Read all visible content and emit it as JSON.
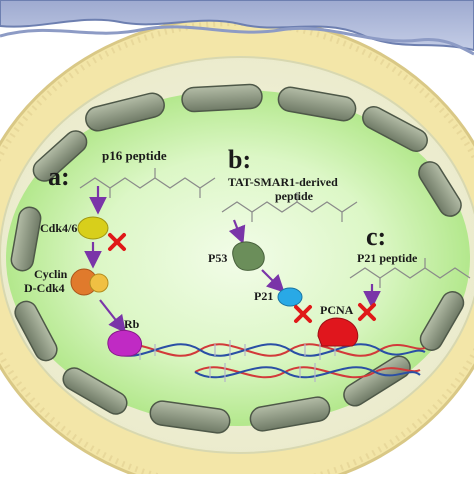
{
  "colors": {
    "cell_outer": "#f3e7ae",
    "cell_outer_edge": "#d8c98a",
    "cytoplasm": "#f1f1d6",
    "top_membrane": "#aebad8",
    "top_membrane_edge": "#6d7fb0",
    "nucleus_green": "#c7f0a6",
    "nucleus_center": "#eefbe2",
    "pore": "#8f9a84",
    "arrow": "#7a35a8",
    "x_mark": "#e01818",
    "peptide_line": "#8a8a8a",
    "cdk46": "#d8cf1b",
    "cyclin": "#e07a2c",
    "cyclin_partner": "#f0c043",
    "rb": "#c02ac4",
    "p53": "#6b8e5a",
    "p21": "#29a9e6",
    "pcna": "#e0161d",
    "dna_red": "#d23a3a",
    "dna_blue": "#2a4fa5"
  },
  "labels": {
    "panel_a": "a:",
    "panel_b": "b:",
    "panel_c": "c:",
    "p16_peptide": "p16 peptide",
    "tat_smar1_line1": "TAT-SMAR1-derived",
    "tat_smar1_line2": "peptide",
    "p21_peptide": "P21 peptide",
    "cdk46": "Cdk4/6",
    "cyclin_line1": "Cyclin",
    "cyclin_line2": "D-Cdk4",
    "rb": "Rb",
    "p53": "P53",
    "p21": "P21",
    "pcna": "PCNA"
  }
}
